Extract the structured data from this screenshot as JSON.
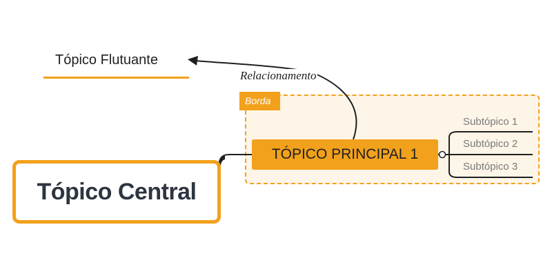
{
  "floating_topic": {
    "label": "Tópico Flutuante"
  },
  "relationship": {
    "label": "Relacionamento"
  },
  "boundary": {
    "label": "Borda"
  },
  "main_topic": {
    "label": "TÓPICO PRINCIPAL 1"
  },
  "subtopics": [
    {
      "label": "Subtópico 1"
    },
    {
      "label": "Subtópico 2"
    },
    {
      "label": "Subtópico 3"
    }
  ],
  "central_topic": {
    "label": "Tópico Central"
  },
  "colors": {
    "accent": "#f2a11c",
    "boundary_fill": "#fdf5e7",
    "text_dark": "#1f1f1f",
    "central_text": "#2d3540",
    "subtopic_text": "#7a7a7a"
  }
}
